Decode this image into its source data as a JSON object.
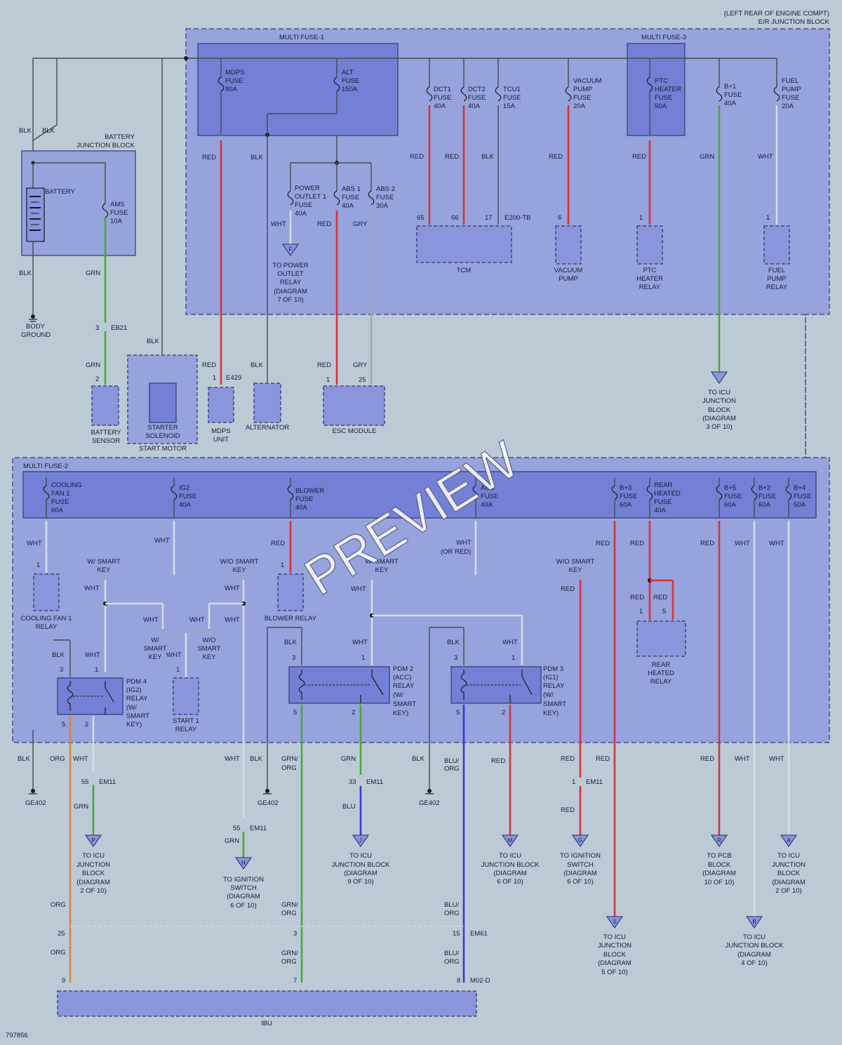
{
  "header": {
    "location": "(LEFT REAR OF ENGINE COMPT)",
    "block": "E/R JUNCTION BLOCK"
  },
  "diagram_id": "797856",
  "watermark": "PREVIEW",
  "multi_fuse_1": {
    "title": "MULTI FUSE-1",
    "mdps": [
      "MDPS",
      "FUSE",
      "80A"
    ],
    "alt": [
      "ALT",
      "FUSE",
      "150A"
    ],
    "power_outlet": [
      "POWER",
      "OUTLET 1",
      "FUSE",
      "40A"
    ],
    "abs1": [
      "ABS 1",
      "FUSE",
      "40A"
    ],
    "abs2": [
      "ABS 2",
      "FUSE",
      "30A"
    ]
  },
  "top_fuses": {
    "dct1": [
      "DCT1",
      "FUSE",
      "40A"
    ],
    "dct2": [
      "DCT2",
      "FUSE",
      "40A"
    ],
    "tcu1": [
      "TCU1",
      "FUSE",
      "15A"
    ],
    "vacuum": [
      "VACUUM",
      "PUMP",
      "FUSE",
      "20A"
    ]
  },
  "multi_fuse_3": {
    "title": "MULTI FUSE-3",
    "ptc": [
      "PTC",
      "HEATER",
      "FUSE",
      "50A"
    ],
    "b1": [
      "B+1",
      "FUSE",
      "40A"
    ],
    "fuel": [
      "FUEL",
      "PUMP",
      "FUSE",
      "20A"
    ]
  },
  "battery_jb": {
    "title": [
      "BATTERY",
      "JUNCTION BLOCK"
    ],
    "battery": "BATTERY",
    "ams": [
      "AMS",
      "FUSE",
      "10A"
    ]
  },
  "multi_fuse_2": {
    "title": "MULTI FUSE-2",
    "cooling": [
      "COOLING",
      "FAN 1",
      "FUSE",
      "60A"
    ],
    "ig2": [
      "IG2",
      "FUSE",
      "40A"
    ],
    "blower": [
      "BLOWER",
      "FUSE",
      "40A"
    ],
    "acc": [
      "ACC",
      "FUSE",
      "40A"
    ],
    "b3": [
      "B+3",
      "FUSE",
      "60A"
    ],
    "rear_heated": [
      "REAR",
      "HEATED",
      "FUSE",
      "40A"
    ],
    "b5": [
      "B+5",
      "FUSE",
      "60A"
    ],
    "b2": [
      "B+2",
      "FUSE",
      "60A"
    ],
    "b4": [
      "B+4",
      "FUSE",
      "50A"
    ]
  },
  "components": {
    "tcm": "TCM",
    "e200": "E200-TB",
    "vacuum_pump": [
      "VACUUM",
      "PUMP"
    ],
    "ptc_relay": [
      "PTC",
      "HEATER",
      "RELAY"
    ],
    "fuel_relay": [
      "FUEL",
      "PUMP",
      "RELAY"
    ],
    "battery_sensor": [
      "BATTERY",
      "SENSOR"
    ],
    "starter_solenoid": [
      "STARTER",
      "SOLENOID"
    ],
    "start_motor": "START MOTOR",
    "mdps_unit": [
      "MDPS",
      "UNIT"
    ],
    "e429": "E429",
    "alternator": "ALTERNATOR",
    "esc": "ESC MODULE",
    "body_ground": [
      "BODY",
      "GROUND"
    ],
    "eb21": "EB21",
    "cooling_relay": [
      "COOLING FAN 1",
      "RELAY"
    ],
    "blower_relay": "BLOWER RELAY",
    "rear_relay": [
      "REAR",
      "HEATED",
      "RELAY"
    ],
    "start1_relay": [
      "START 1",
      "RELAY"
    ],
    "pdm4": [
      "PDM 4",
      "(IG2)",
      "RELAY",
      "(W/",
      "SMART",
      "KEY)"
    ],
    "pdm2": [
      "PDM 2",
      "(ACC)",
      "RELAY",
      "(W/",
      "SMART",
      "KEY)"
    ],
    "pdm3": [
      "PDM 3",
      "(IG1)",
      "RELAY",
      "(W/",
      "SMART",
      "KEY)"
    ],
    "ibu": "IBU",
    "ge402": "GE402",
    "em11": "EM11",
    "em61": "EM61",
    "m02d": "M02-D"
  },
  "destinations": {
    "power_outlet_relay": [
      "TO POWER",
      "OUTLET",
      "RELAY",
      "(DIAGRAM",
      "7 OF 10)"
    ],
    "icu_3": [
      "TO ICU",
      "JUNCTION",
      "BLOCK",
      "(DIAGRAM",
      "3 OF 10)"
    ],
    "icu_2a": [
      "TO ICU",
      "JUNCTION",
      "BLOCK",
      "(DIAGRAM",
      "2 OF 10)"
    ],
    "ign_h": [
      "TO IGNITION",
      "SWITCH",
      "(DIAGRAM",
      "6 OF 10)"
    ],
    "icu_9": [
      "TO ICU",
      "JUNCTION BLOCK",
      "(DIAGRAM",
      "9 OF 10)"
    ],
    "icu_6": [
      "TO ICU",
      "JUNCTION BLOCK",
      "(DIAGRAM",
      "6 OF 10)"
    ],
    "ign_g": [
      "TO IGNITION",
      "SWITCH",
      "(DIAGRAM",
      "6 OF 10)"
    ],
    "pcb": [
      "TO PCB",
      "BLOCK",
      "(DIAGRAM",
      "10 OF 10)"
    ],
    "icu_2b": [
      "TO ICU",
      "JUNCTION",
      "BLOCK",
      "(DIAGRAM",
      "2 OF 10)"
    ],
    "icu_5": [
      "TO ICU",
      "JUNCTION",
      "BLOCK",
      "(DIAGRAM",
      "5 OF 10)"
    ],
    "icu_4": [
      "TO ICU",
      "JUNCTION BLOCK",
      "(DIAGRAM",
      "4 OF 10)"
    ]
  },
  "connector_letters": {
    "f": "F",
    "p": "P",
    "h": "H",
    "j": "J",
    "m": "M",
    "g": "G",
    "r": "R",
    "a": "A",
    "s": "S",
    "b": "B"
  },
  "smart_key": {
    "with": [
      "W/ SMART",
      "KEY"
    ],
    "without": [
      "W/O SMART",
      "KEY"
    ],
    "with_short": [
      "W/",
      "SMART",
      "KEY"
    ],
    "without_short": [
      "W/O",
      "SMART",
      "KEY"
    ]
  },
  "wire_colors": {
    "blk": "BLK",
    "red": "RED",
    "grn": "GRN",
    "wht": "WHT",
    "gry": "GRY",
    "org": "ORG",
    "blu": "BLU",
    "grn_org": [
      "GRN/",
      "ORG"
    ],
    "blu_org": [
      "BLU/",
      "ORG"
    ],
    "wht_or_red": [
      "WHT",
      "(OR RED)"
    ]
  },
  "pins": {
    "p65": "65",
    "p66": "66",
    "p17": "17",
    "p6": "6",
    "p1": "1",
    "p2": "2",
    "p3": "3",
    "p5": "5",
    "p25": "25",
    "p33": "33",
    "p55": "55",
    "p15": "15",
    "p7": "7",
    "p8": "8",
    "p9": "9"
  },
  "colors": {
    "red": "#d8323a",
    "grn": "#4aa83a",
    "blk": "#4a4a4a",
    "wht": "#d6dbe6",
    "org": "#e5832a",
    "blu": "#3a3ad0",
    "gry": "#a0a8b3"
  }
}
